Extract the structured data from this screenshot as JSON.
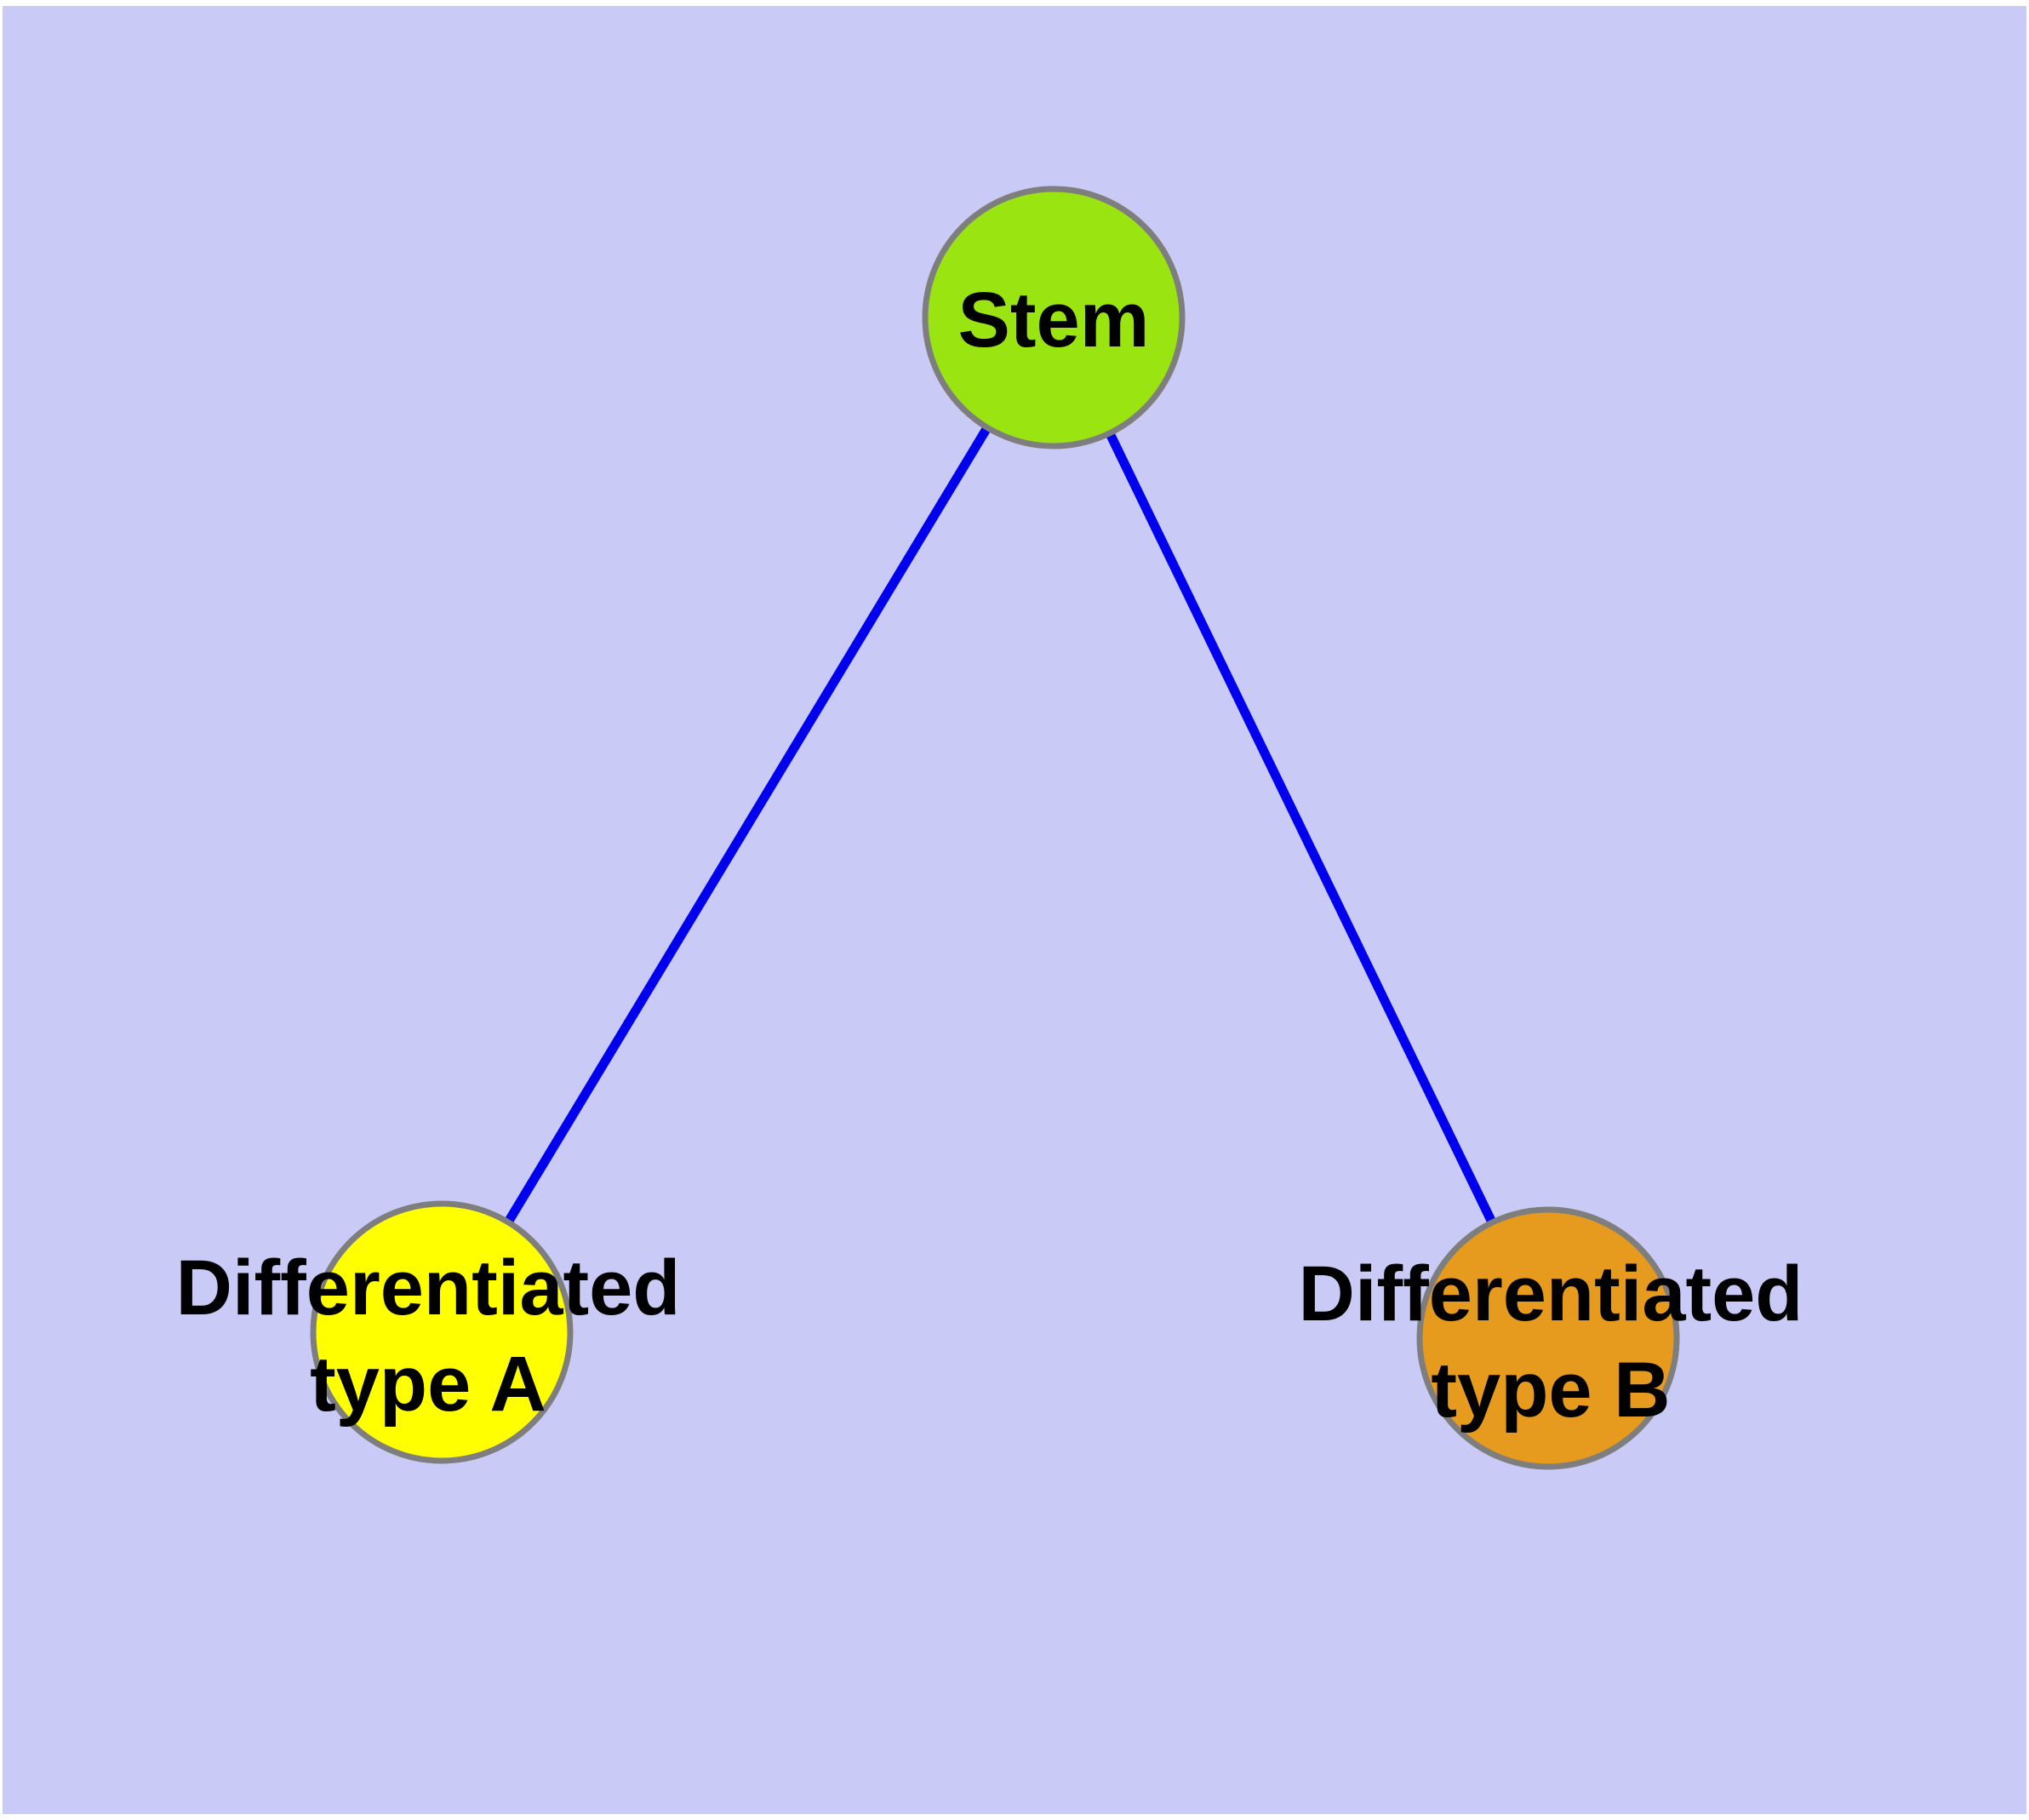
{
  "diagram": {
    "type": "node-link-graph",
    "background_color": "#cacaf7",
    "node_border_color": "#7e7e7e",
    "edge_color": "#0000ee",
    "text_color": "#000000",
    "nodes": [
      {
        "id": "stem",
        "label": "Stem",
        "label_line1": "Stem",
        "label_line2": "",
        "color": "#9ae411"
      },
      {
        "id": "type-a",
        "label": "Differentiated type A",
        "label_line1": "Differentiated",
        "label_line2": "type A",
        "color": "#ffff00"
      },
      {
        "id": "type-b",
        "label": "Differentiated type B",
        "label_line1": "Differentiated",
        "label_line2": "type B",
        "color": "#e69a1e"
      }
    ],
    "edges": [
      {
        "from": "Stem",
        "to": "Differentiated type A"
      },
      {
        "from": "Stem",
        "to": "Differentiated type B"
      }
    ]
  }
}
